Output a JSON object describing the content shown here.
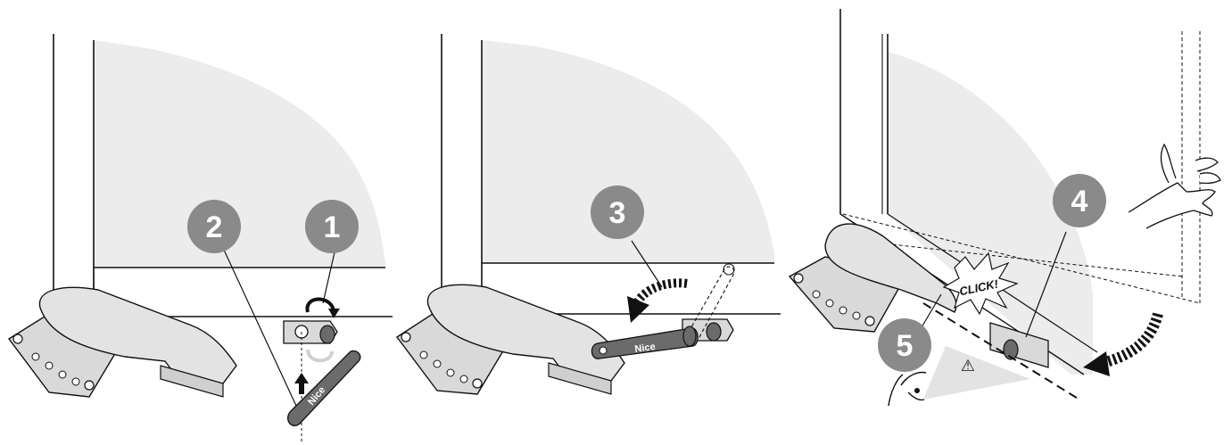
{
  "colors": {
    "step_badge": "#8a8a8a",
    "door_panel": "#ececec",
    "base_plate": "#d9d9d9",
    "lever": "#6b6b6b",
    "outline": "#111111",
    "warning_cone": "#e3e3e3"
  },
  "steps": [
    {
      "number": "1"
    },
    {
      "number": "2"
    },
    {
      "number": "3"
    },
    {
      "number": "4"
    },
    {
      "number": "5"
    }
  ],
  "callouts": {
    "click": "CLICK!",
    "warning_symbol": "⚠"
  },
  "brand_text": "Nice",
  "icons": [
    "rotate-arrow-icon",
    "up-arrow-icon",
    "curved-arrow-icon",
    "hand-icon",
    "eye-icon",
    "warning-icon"
  ]
}
